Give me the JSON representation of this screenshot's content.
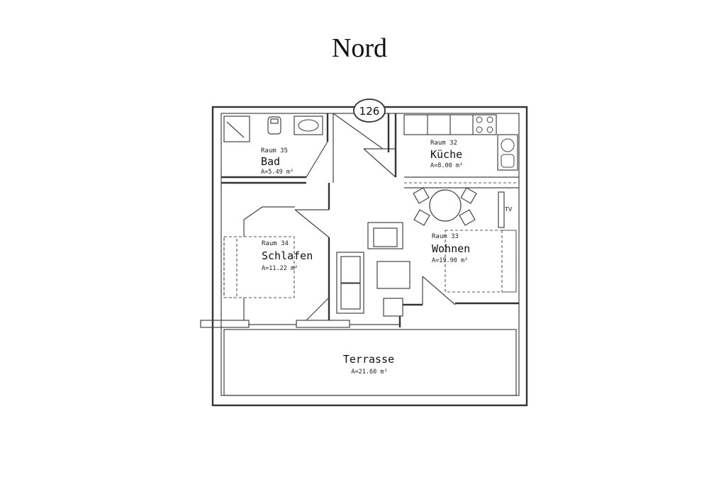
{
  "orientation": "Nord",
  "unit_number": "126",
  "rooms": [
    {
      "number": "Raum 35",
      "name": "Bad",
      "area": "A=5.49 m²"
    },
    {
      "number": "Raum 32",
      "name": "Küche",
      "area": "A=8.00 m²"
    },
    {
      "number": "Raum 34",
      "name": "Schlafen",
      "area": "A=11.22 m²"
    },
    {
      "number": "Raum 33",
      "name": "Wohnen",
      "area": "A=19.90 m²"
    }
  ],
  "terrace": {
    "name": "Terrasse",
    "area": "A=21.60 m²"
  },
  "tv_label": "TV"
}
